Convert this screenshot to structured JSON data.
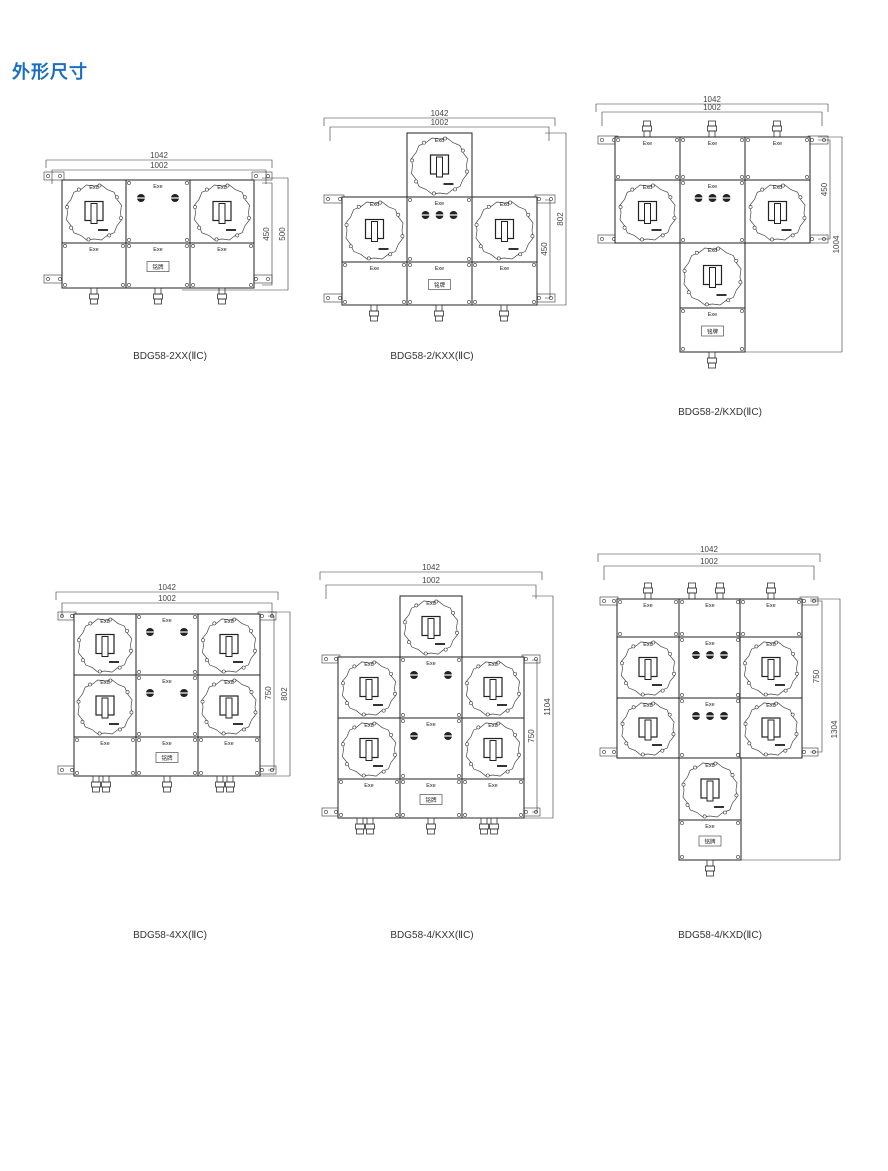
{
  "title": "外形尺寸",
  "labels": {
    "exd": "Exd",
    "exe": "Exe",
    "plate": "铭牌"
  },
  "drawings": [
    {
      "caption": "BDG58-2XX(ⅡC)",
      "width_outer": "1042",
      "width_inner": "1002",
      "height_inner": "450",
      "height_outer": "500"
    },
    {
      "caption": "BDG58-2/KXX(ⅡC)",
      "width_outer": "1042",
      "width_inner": "1002",
      "height_inner": "450",
      "height_outer": "802"
    },
    {
      "caption": "BDG58-2/KXD(ⅡC)",
      "width_outer": "1042",
      "width_inner": "1002",
      "height_inner": "450",
      "height_outer": "1004"
    },
    {
      "caption": "BDG58-4XX(ⅡC)",
      "width_outer": "1042",
      "width_inner": "1002",
      "height_inner": "750",
      "height_outer": "802"
    },
    {
      "caption": "BDG58-4/KXX(ⅡC)",
      "width_outer": "1042",
      "width_inner": "1002",
      "height_inner": "750",
      "height_outer": "1104"
    },
    {
      "caption": "BDG58-4/KXD(ⅡC)",
      "width_outer": "1042",
      "width_inner": "1002",
      "height_inner": "750",
      "height_outer": "1304"
    }
  ]
}
